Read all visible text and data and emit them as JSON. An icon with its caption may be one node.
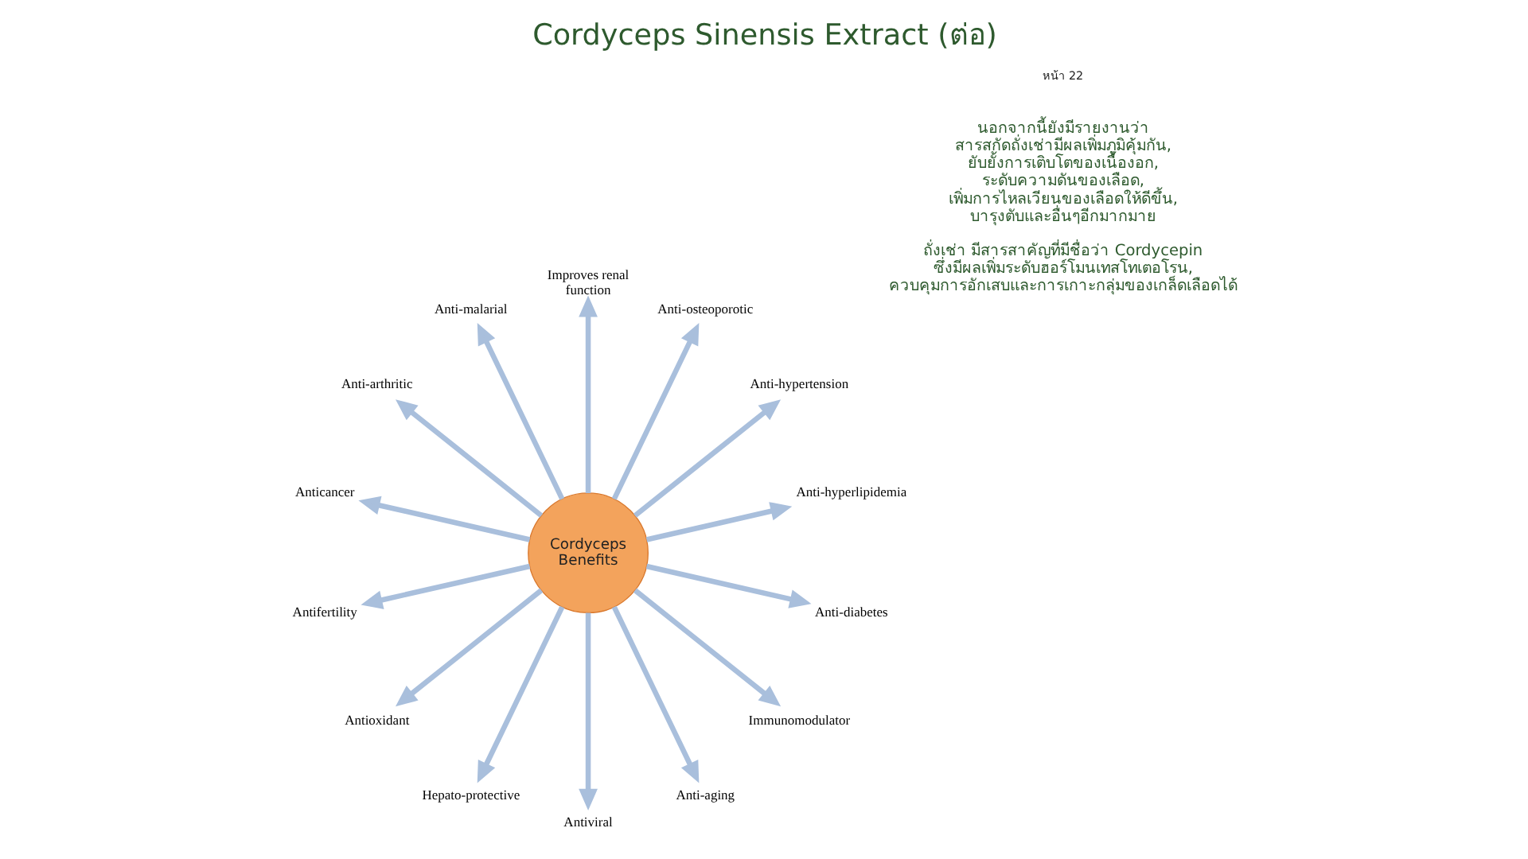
{
  "diagram": {
    "title": "Cordyceps Sinensis Extract (ต่อ)",
    "nodes": [
      {
        "text": [
          "Cordyceps Benefits"
        ]
      },
      {
        "text": [
          "Anti-hyperlipidemia"
        ]
      },
      {
        "text": [
          "Anti-hypertension"
        ]
      },
      {
        "text": [
          "Anti-osteoporotic"
        ]
      },
      {
        "text": [
          "Improves renal function"
        ]
      },
      {
        "text": [
          "Anti-malarial"
        ]
      },
      {
        "text": [
          "Anti-arthritic"
        ]
      },
      {
        "text": [
          "Anticancer"
        ]
      },
      {
        "text": [
          "Antifertility"
        ]
      },
      {
        "text": [
          "Antioxidant"
        ]
      },
      {
        "text": [
          "Hepato-protective"
        ]
      },
      {
        "text": [
          "Antiviral"
        ]
      },
      {
        "text": [
          "Anti-aging"
        ]
      },
      {
        "text": [
          "Immunomodulator"
        ]
      },
      {
        "text": [
          "Anti-diabetes"
        ]
      }
    ],
    "edges": [
      {
        "from": 0,
        "to": 1,
        "arrow": "to"
      },
      {
        "from": 0,
        "to": 2,
        "arrow": "to"
      },
      {
        "from": 0,
        "to": 3,
        "arrow": "to"
      },
      {
        "from": 0,
        "to": 4,
        "arrow": "to"
      },
      {
        "from": 0,
        "to": 5,
        "arrow": "to"
      },
      {
        "from": 0,
        "to": 6,
        "arrow": "to"
      },
      {
        "from": 0,
        "to": 7,
        "arrow": "to"
      },
      {
        "from": 0,
        "to": 8,
        "arrow": "to"
      },
      {
        "from": 0,
        "to": 9,
        "arrow": "to"
      },
      {
        "from": 0,
        "to": 10,
        "arrow": "to"
      },
      {
        "from": 0,
        "to": 11,
        "arrow": "to"
      },
      {
        "from": 0,
        "to": 12,
        "arrow": "to"
      },
      {
        "from": 0,
        "to": 13,
        "arrow": "to"
      },
      {
        "from": 0,
        "to": 14,
        "arrow": "to"
      }
    ],
    "labels": [
      "ถั่งเช่า มีสารสาคัญที่มีชื่อว่า Cordycepin ซึ่งมีผลเพิ่มระดับฮอร์โมนเทสโทเตอโรน, ควบคุมการอักเสบและการเกาะกลุ่มของเกล็ดเลือดได้",
      "นอกจากนี้ยังมีรายงานว่า สารสกัดถั่งเช่ามีผลเพิ่มภูมิคุ้มกัน, ยับยั้งการเติบโตของเนื้องอก, ระดับความดันของเลือด, เพิ่มการไหลเวียนของเลือดให้ดีขึ้น, บารุงตับและอื่นๆอีกมากมาย",
      "หน้า 22"
    ]
  }
}
